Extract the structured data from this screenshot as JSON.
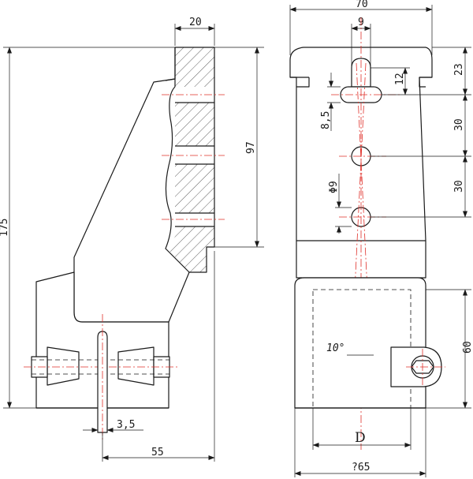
{
  "drawing": {
    "left_view": {
      "dims": {
        "width_top": "20",
        "height_total": "175",
        "height_hatched": "97",
        "wire_dia": "3,5",
        "depth": "55"
      }
    },
    "right_view": {
      "dims": {
        "width_top": "70",
        "slot_width": "9",
        "top_offset": "23",
        "slot_height": "12",
        "slot_length": "8,5",
        "pitch_1": "30",
        "pitch_2": "30",
        "hole_dia": "Φ9",
        "angle": "10°",
        "base_height": "60",
        "inner_dia": "D",
        "base_width": "?65"
      }
    }
  }
}
